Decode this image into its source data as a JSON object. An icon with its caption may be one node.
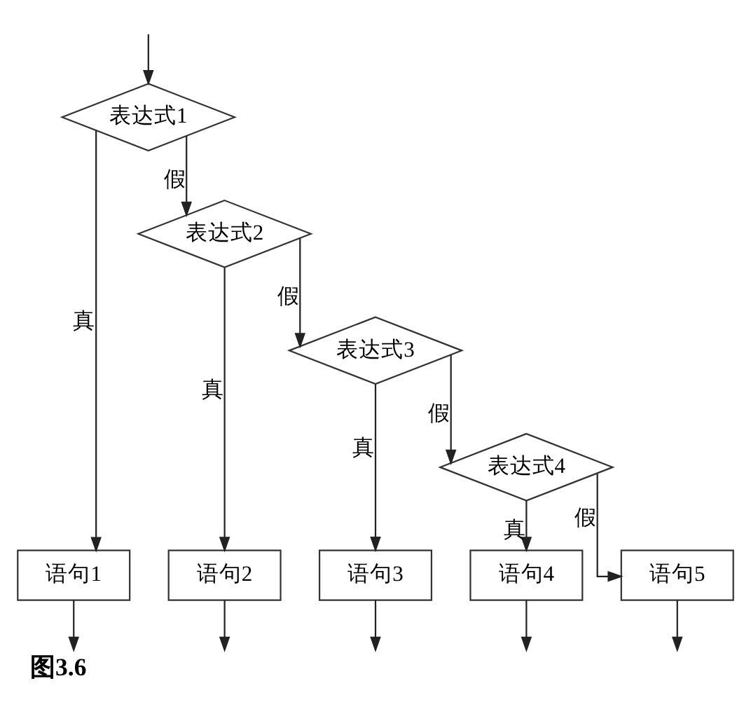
{
  "diagram": {
    "caption": "图3.6",
    "nodes": [
      {
        "text": [
          "表达式1"
        ]
      },
      {
        "text": [
          "表达式2"
        ]
      },
      {
        "text": [
          "表达式3"
        ]
      },
      {
        "text": [
          "表达式4"
        ]
      },
      {
        "text": [
          "语句1"
        ]
      },
      {
        "text": [
          "语句2"
        ]
      },
      {
        "text": [
          "语句3"
        ]
      },
      {
        "text": [
          "语句4"
        ]
      },
      {
        "text": [
          "语句5"
        ]
      }
    ],
    "edges": [
      {
        "from": null,
        "to": 0,
        "arrow": "to"
      },
      {
        "from": 0,
        "to": 4,
        "arrow": "to",
        "label": "真"
      },
      {
        "from": 0,
        "to": 1,
        "arrow": "to",
        "label": "假"
      },
      {
        "from": 1,
        "to": 5,
        "arrow": "to",
        "label": "真"
      },
      {
        "from": 1,
        "to": 2,
        "arrow": "to",
        "label": "假"
      },
      {
        "from": 2,
        "to": 6,
        "arrow": "to",
        "label": "真"
      },
      {
        "from": 2,
        "to": 3,
        "arrow": "to",
        "label": "假"
      },
      {
        "from": 3,
        "to": 7,
        "arrow": "to",
        "label": "真"
      },
      {
        "from": 3,
        "to": 8,
        "arrow": "to",
        "label": "假"
      },
      {
        "from": 4,
        "to": null,
        "arrow": "to"
      },
      {
        "from": 5,
        "to": null,
        "arrow": "to"
      },
      {
        "from": 6,
        "to": null,
        "arrow": "to"
      },
      {
        "from": 7,
        "to": null,
        "arrow": "to"
      },
      {
        "from": 8,
        "to": null,
        "arrow": "to"
      }
    ]
  }
}
